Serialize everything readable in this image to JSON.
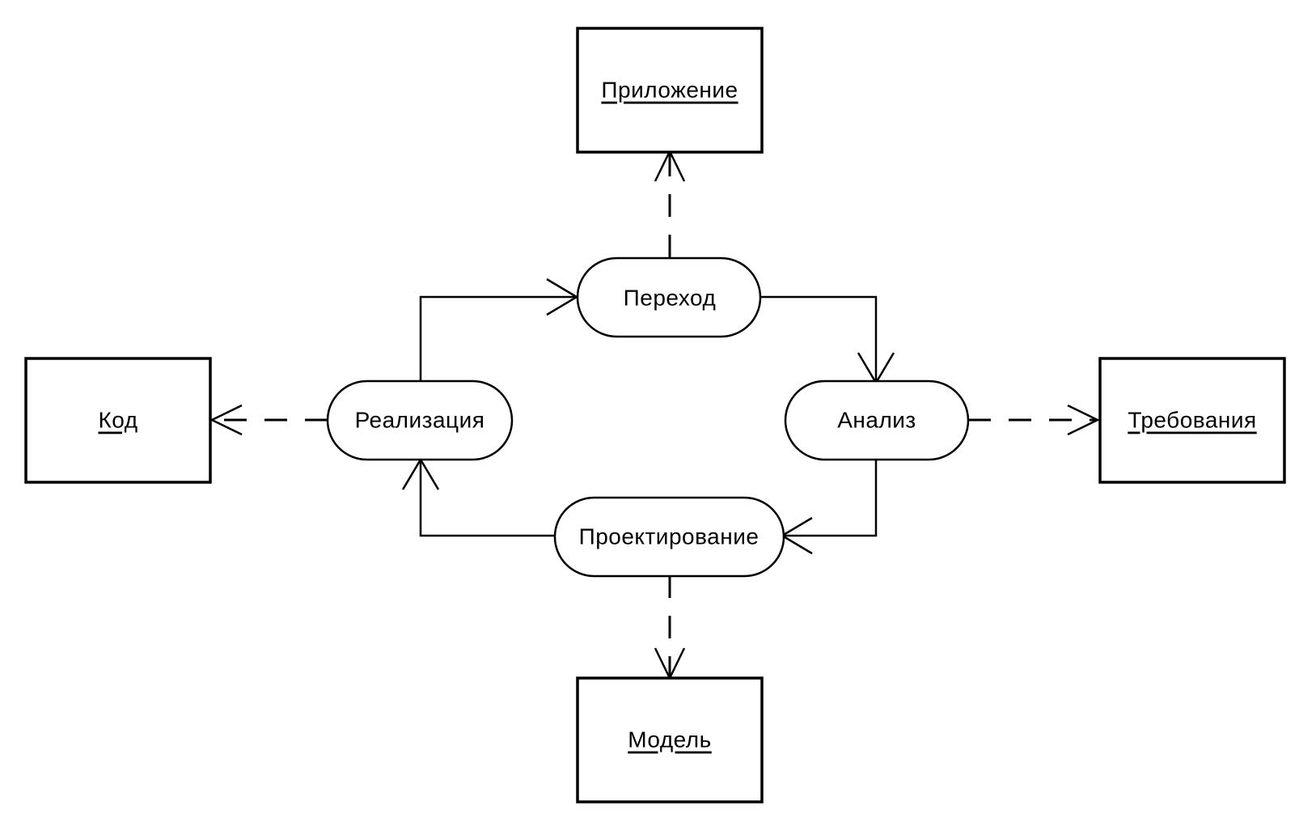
{
  "activities": {
    "transition": "Переход",
    "analysis": "Анализ",
    "design": "Проектирование",
    "implementation": "Реализация"
  },
  "artifacts": {
    "application": "Приложение",
    "requirements": "Требования",
    "model": "Модель",
    "code": "Код"
  }
}
